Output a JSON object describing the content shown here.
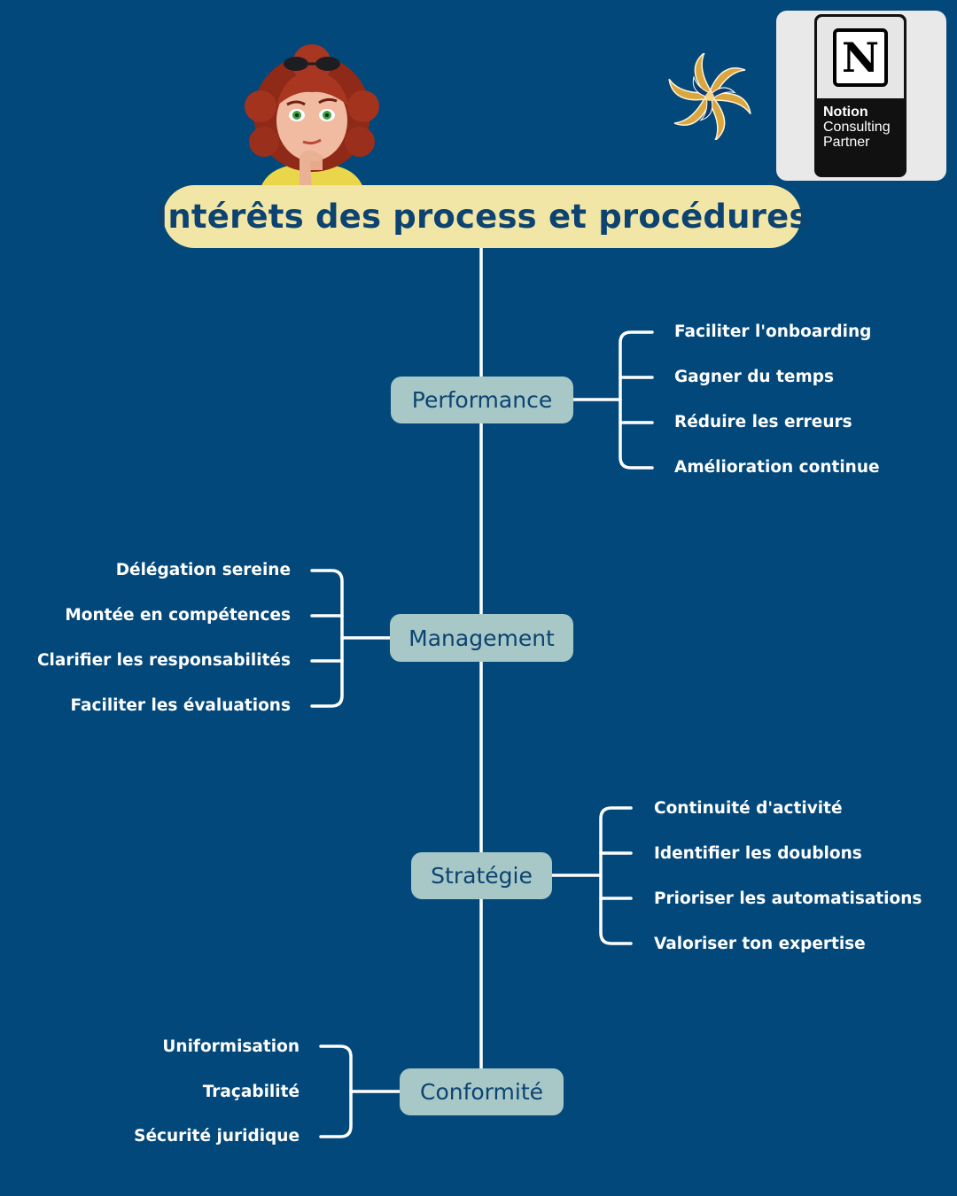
{
  "title": "Intérêts des process et procédures",
  "branches": [
    {
      "label": "Performance",
      "side": "right",
      "items": [
        "Faciliter l'onboarding",
        "Gagner du temps",
        "Réduire les erreurs",
        "Amélioration continue"
      ]
    },
    {
      "label": "Management",
      "side": "left",
      "items": [
        "Délégation sereine",
        "Montée en compétences",
        "Clarifier les responsabilités",
        "Faciliter les évaluations"
      ]
    },
    {
      "label": "Stratégie",
      "side": "right",
      "items": [
        "Continuité d'activité",
        "Identifier les doublons",
        "Prioriser les automatisations",
        "Valoriser ton expertise"
      ]
    },
    {
      "label": "Conformité",
      "side": "left",
      "items": [
        "Uniformisation",
        "Traçabilité",
        "Sécurité juridique"
      ]
    }
  ],
  "partner_badge": {
    "line1": "Notion",
    "line2": "Consulting",
    "line3": "Partner"
  },
  "icons": {
    "avatar": "thinking-woman-avatar",
    "brand_logo": "golden-spiral-logo",
    "notion_logo": "notion-n-logo"
  },
  "colors": {
    "background": "#03487a",
    "title_pill": "#f2e6a6",
    "node": "#a7c8c7",
    "node_text": "#0c4371",
    "lines": "#ffffff"
  }
}
